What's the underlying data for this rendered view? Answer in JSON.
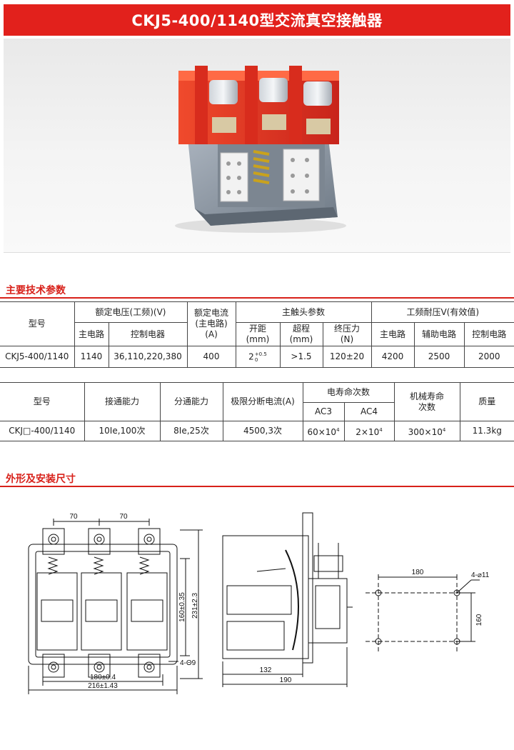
{
  "page": {
    "title": "CKJ5-400/1140型交流真空接触器"
  },
  "sections": {
    "specs_title": "主要技术参数",
    "drawings_title": "外形及安装尺寸"
  },
  "table1": {
    "model_header": "型号",
    "rated_voltage_header": "额定电压(工频)(V)",
    "main_circuit": "主电路",
    "control_unit": "控制电器",
    "rated_current_line1": "额定电流",
    "rated_current_line2": "(主电路)",
    "rated_current_line3": "(A)",
    "main_contact_header": "主触头参数",
    "gap_line1": "开距",
    "gap_line2": "(mm)",
    "overtravel_line1": "超程",
    "overtravel_line2": "(mm)",
    "final_force_line1": "终压力",
    "final_force_line2": "(N)",
    "withstand_header": "工频耐压V(有效值)",
    "withstand_main": "主电路",
    "withstand_aux": "辅助电路",
    "withstand_ctrl": "控制电路",
    "row": {
      "model": "CKJ5-400/1140",
      "main_voltage": "1140",
      "control_voltage": "36,110,220,380",
      "current": "400",
      "gap_base": "2",
      "gap_upper": "+0.5",
      "gap_lower": "0",
      "overtravel": ">1.5",
      "force": "120±20",
      "withstand_main": "4200",
      "withstand_aux": "2500",
      "withstand_ctrl": "2000"
    }
  },
  "table2": {
    "model_header": "型号",
    "making_header": "接通能力",
    "breaking_header": "分通能力",
    "limit_header": "极限分断电流(A)",
    "elec_life_header": "电寿命次数",
    "ac3": "AC3",
    "ac4": "AC4",
    "mech_life_line1": "机械寿命",
    "mech_life_line2": "次数",
    "mass_header": "质量",
    "row": {
      "model": "CKJ□-400/1140",
      "making": "10Ie,100次",
      "breaking": "8Ie,25次",
      "limit": "4500,3次",
      "ac3_base": "60×10",
      "ac3_exp": "4",
      "ac4_base": "2×10",
      "ac4_exp": "4",
      "mech_base": "300×10",
      "mech_exp": "4",
      "mass": "11.3kg"
    }
  },
  "drawing": {
    "front": {
      "dim_70_a": "70",
      "dim_70_b": "70",
      "dim_160": "160±0.35",
      "dim_231": "231±2.3",
      "dim_holes": "4-Θ9",
      "dim_180": "180±0.4",
      "dim_216": "216±1.43"
    },
    "side": {
      "dim_132": "132",
      "dim_190": "190"
    },
    "mount": {
      "dim_180": "180",
      "dim_160": "160",
      "dim_holes": "4-⌀11"
    }
  },
  "colors": {
    "accent": "#e2211c",
    "text": "#1a1a1a",
    "housing": "#e33a1f",
    "base": "#8e98a4"
  }
}
